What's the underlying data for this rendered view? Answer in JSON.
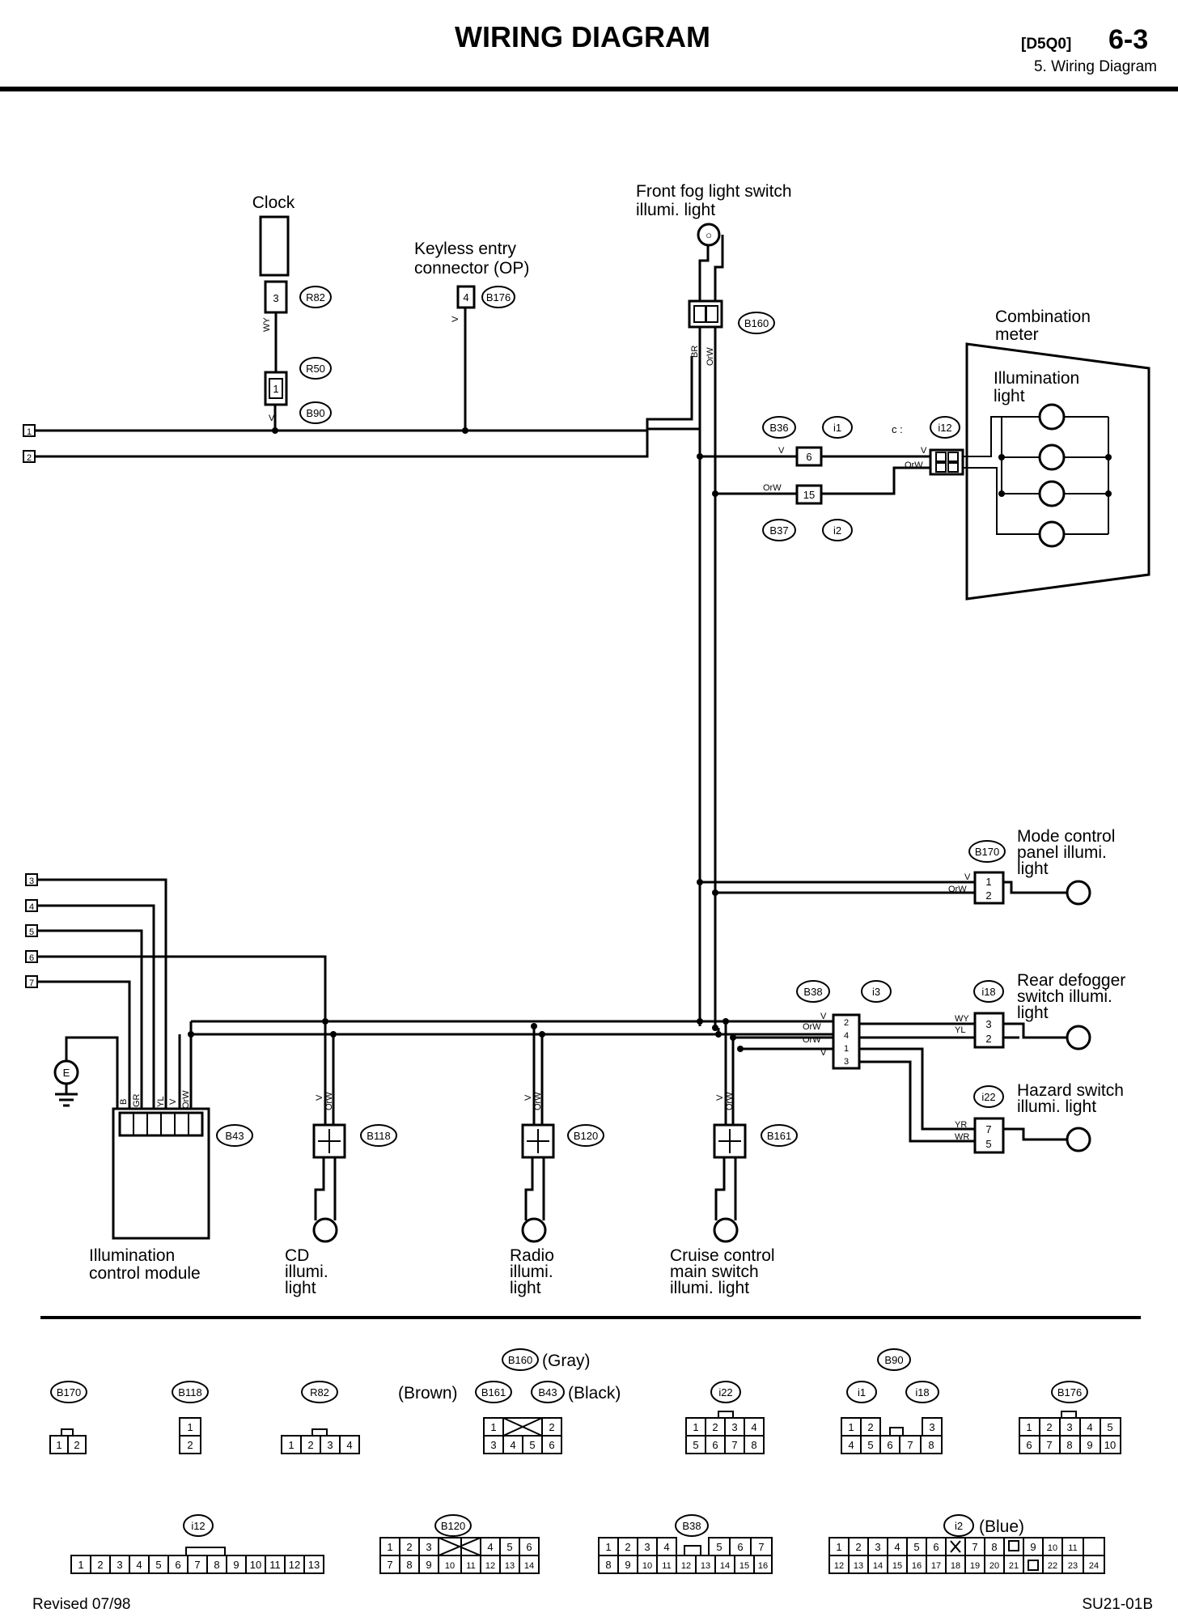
{
  "header": {
    "title": "WIRING DIAGRAM",
    "code": "[D5Q0]",
    "page_number": "6-3",
    "section": "5. Wiring Diagram"
  },
  "components": {
    "clock": "Clock",
    "keyless_1": "Keyless entry",
    "keyless_2": "connector (OP)",
    "fog_1": "Front fog light switch",
    "fog_2": "illumi. light",
    "meter_1": "Combination",
    "meter_2": "meter",
    "meter_3": "Illumination",
    "meter_4": "light",
    "mode_1": "Mode control",
    "mode_2": "panel illumi.",
    "mode_3": "light",
    "rear_1": "Rear defogger",
    "rear_2": "switch illumi.",
    "rear_3": "light",
    "hazard_1": "Hazard switch",
    "hazard_2": "illumi. light",
    "icm_1": "Illumination",
    "icm_2": "control module",
    "cd_1": "CD",
    "cd_2": "illumi.",
    "cd_3": "light",
    "radio_1": "Radio",
    "radio_2": "illumi.",
    "radio_3": "light",
    "cruise_1": "Cruise control",
    "cruise_2": "main switch",
    "cruise_3": "illumi. light"
  },
  "connector_ids": {
    "r82": "R82",
    "r50": "R50",
    "b90": "B90",
    "b176": "B176",
    "b160": "B160",
    "b36": "B36",
    "i1": "i1",
    "i12": "i12",
    "b37": "B37",
    "i2": "i2",
    "b170": "B170",
    "b38": "B38",
    "i3": "i3",
    "i18": "i18",
    "i22": "i22",
    "b43": "B43",
    "b118": "B118",
    "b120": "B120",
    "b161": "B161",
    "c_prefix": "c :"
  },
  "wire_codes": {
    "wy": "WY",
    "v": "V",
    "br": "BR",
    "orw": "OrW",
    "yl": "YL",
    "yr": "YR",
    "wr": "WR",
    "b": "B",
    "gr": "GR"
  },
  "pins": {
    "p1": "1",
    "p2": "2",
    "p3": "3",
    "p4": "4",
    "p5": "5",
    "p6": "6",
    "p7": "7",
    "p8": "8",
    "p9": "9",
    "p10": "10",
    "p11": "11",
    "p12": "12",
    "p13": "13",
    "p14": "14",
    "p15": "15",
    "p16": "16",
    "p17": "17",
    "p18": "18",
    "p19": "19",
    "p20": "20",
    "p21": "21",
    "p22": "22",
    "p23": "23",
    "p24": "24",
    "e": "E"
  },
  "legend": {
    "b160_color": "(Gray)",
    "brown": "(Brown)",
    "black": "(Black)",
    "blue": "(Blue)"
  },
  "footer": {
    "revised": "Revised 07/98",
    "code": "SU21-01B"
  }
}
